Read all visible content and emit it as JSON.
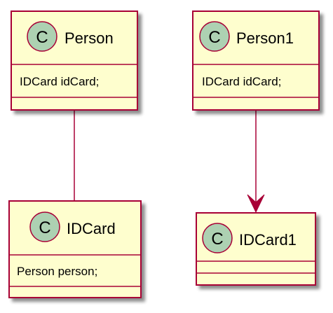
{
  "colors": {
    "box_fill": "#FEFECE",
    "border": "#A80036",
    "badge_fill": "#ADD1B2",
    "shadow": "#8a8a8a",
    "text": "#000000"
  },
  "classes": [
    {
      "id": "person",
      "badge": "C",
      "name": "Person",
      "fields": [
        "IDCard idCard;"
      ]
    },
    {
      "id": "person1",
      "badge": "C",
      "name": "Person1",
      "fields": [
        "IDCard idCard;"
      ]
    },
    {
      "id": "idcard",
      "badge": "C",
      "name": "IDCard",
      "fields": [
        "Person person;"
      ]
    },
    {
      "id": "idcard1",
      "badge": "C",
      "name": "IDCard1",
      "fields": []
    }
  ],
  "relations": [
    {
      "from": "person",
      "to": "idcard",
      "type": "association"
    },
    {
      "from": "person1",
      "to": "idcard1",
      "type": "directed-association"
    }
  ]
}
